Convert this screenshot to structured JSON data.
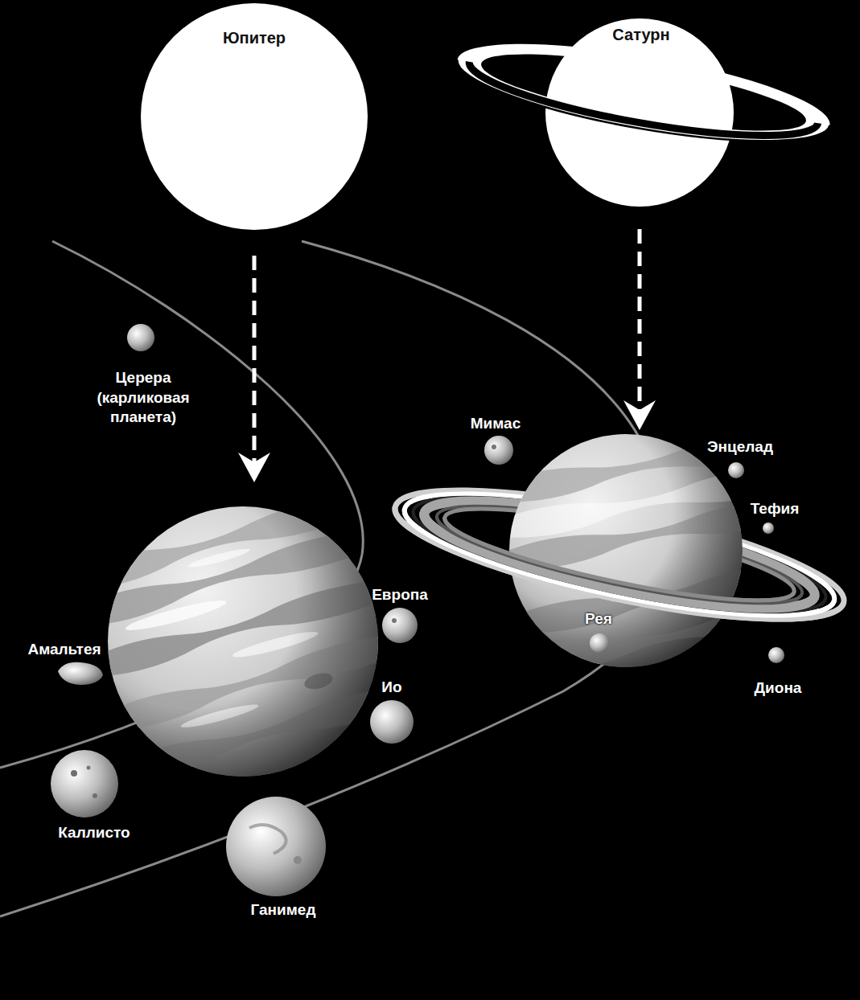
{
  "diagram": {
    "nodes": [
      {
        "text": [
          "Юпитер"
        ]
      },
      {
        "text": [
          "Сатурн"
        ]
      }
    ],
    "labels": [
      "Церера (карликовая планета)",
      "Мимас",
      "Энцелад",
      "Тефия",
      "Европа",
      "Рея",
      "Амальтея",
      "Ио",
      "Диона",
      "Каллисто",
      "Ганимед"
    ]
  }
}
